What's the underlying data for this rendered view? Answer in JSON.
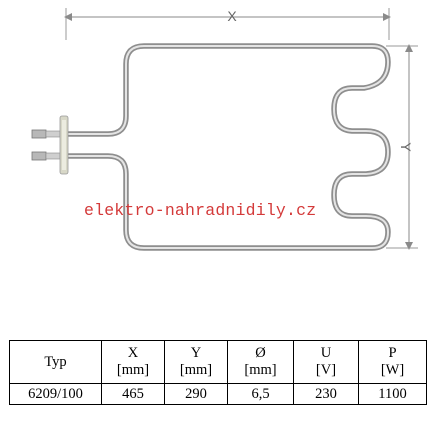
{
  "figure": {
    "dimension_x_label": "X",
    "dimension_y_label": "Y",
    "watermark": "elektro-nahradnidily.cz"
  },
  "spec_table": {
    "columns": [
      {
        "symbol": "Typ",
        "unit": ""
      },
      {
        "symbol": "X",
        "unit": "[mm]"
      },
      {
        "symbol": "Y",
        "unit": "[mm]"
      },
      {
        "symbol": "Ø",
        "unit": "[mm]"
      },
      {
        "symbol": "U",
        "unit": "[V]"
      },
      {
        "symbol": "P",
        "unit": "[W]"
      }
    ],
    "row": [
      "6209/100",
      "465",
      "290",
      "6,5",
      "230",
      "1100"
    ]
  },
  "colors": {
    "element_tube": "#9a9a9a",
    "dimension_line": "#8a8a8a",
    "watermark": "#d43a3a"
  }
}
